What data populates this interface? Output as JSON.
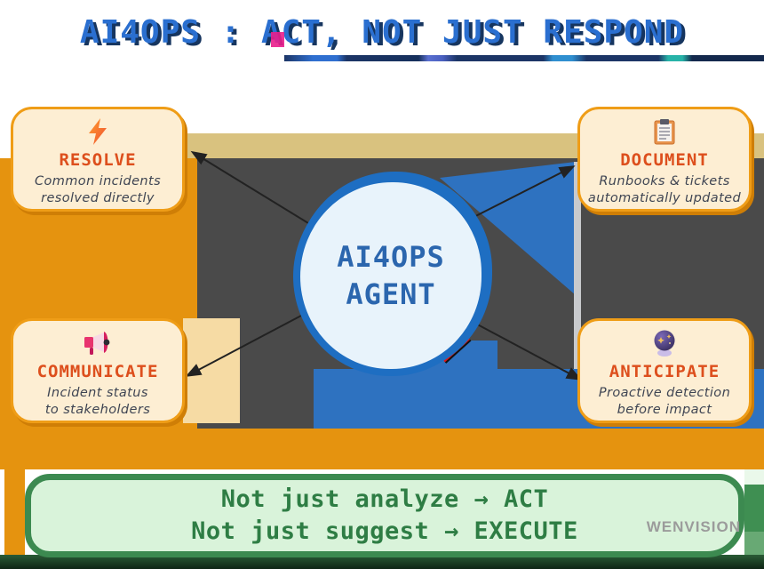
{
  "title": {
    "text": "AI4OPS : ACT, NOT JUST RESPOND"
  },
  "center": {
    "line1": "AI4OPS",
    "line2": "AGENT"
  },
  "cards": [
    {
      "id": "resolve",
      "icon": "lightning-icon",
      "title": "RESOLVE",
      "desc1": "Common incidents",
      "desc2": "resolved directly"
    },
    {
      "id": "document",
      "icon": "clipboard-icon",
      "title": "DOCUMENT",
      "desc1": "Runbooks & tickets",
      "desc2": "automatically updated"
    },
    {
      "id": "communicate",
      "icon": "megaphone-icon",
      "title": "COMMUNICATE",
      "desc1": "Incident status",
      "desc2": "to stakeholders"
    },
    {
      "id": "anticipate",
      "icon": "crystal-ball-icon",
      "title": "ANTICIPATE",
      "desc1": "Proactive detection",
      "desc2": "before impact"
    }
  ],
  "banner": {
    "line1": "Not just analyze → ACT",
    "line2": "Not just suggest → EXECUTE"
  },
  "watermark": "WENVISION",
  "colors": {
    "title_blue": "#2a6fd0",
    "title_navy": "#16355f",
    "glitch_magenta": "#e91e8c",
    "tan_band": "#d9c27f",
    "orange_block": "#e5930f",
    "gray_block": "#4a4a4a",
    "blue_block": "#2e72c0",
    "card_bg": "#fdeed3",
    "card_border": "#ef9d17",
    "card_title": "#dd4f1d",
    "card_desc": "#3f4553",
    "circle_fill": "#e8f3fb",
    "circle_border": "#1e6ec2",
    "circle_text": "#2b66ae",
    "banner_fill": "#d9f3da",
    "banner_border": "#3c8a50",
    "banner_text": "#2e7d44",
    "watermark_gray": "#9b9b9b"
  }
}
